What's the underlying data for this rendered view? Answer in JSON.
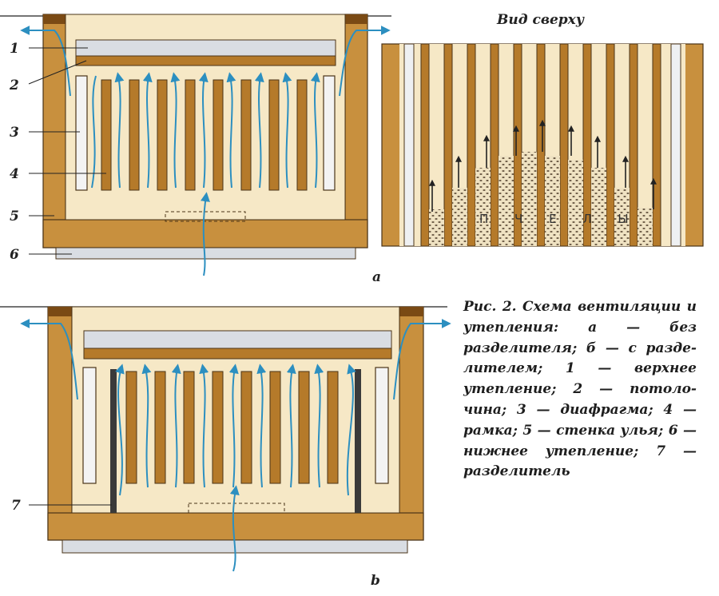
{
  "top_view_title": "Вид сверху",
  "bees_label": "П Ч Е Л Ы",
  "diagram_a_tag": "a",
  "diagram_b_tag": "b",
  "callouts_a": [
    "1",
    "2",
    "3",
    "4",
    "5",
    "6"
  ],
  "callout_b": "7",
  "caption": "Рис. 2. Схема вентиляции и утепления: а — без разделителя; б — с разде- лителем; 1 — верхнее утепление; 2 — потоло- чина; 3 — диафрагма; 4 — рамка; 5 — стенка улья; 6 — нижнее утепление; 7 — разделитель",
  "colors": {
    "wood": "#c8903e",
    "wood_dark": "#7a4a14",
    "frame_bar": "#b57a2a",
    "interior": "#f6e8c6",
    "insulation": "#d9dde3",
    "airflow": "#2c8fc0",
    "outline": "#4a3418"
  }
}
